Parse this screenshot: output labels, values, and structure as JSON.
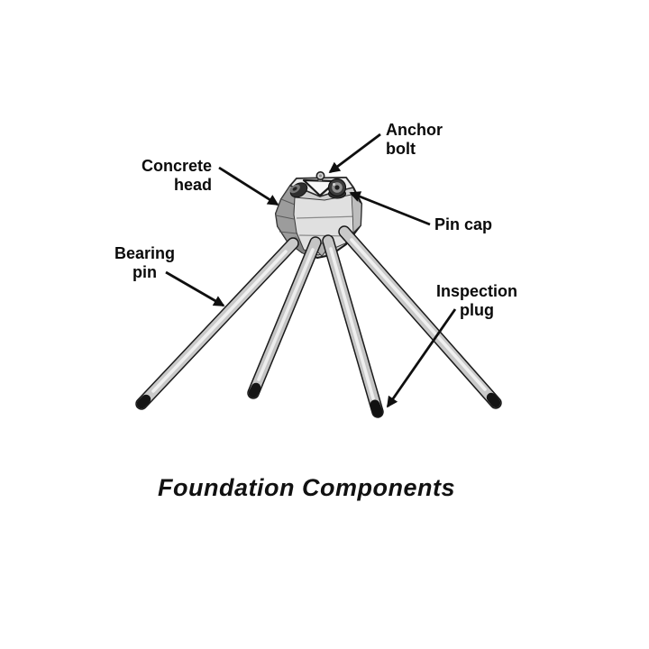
{
  "figure": {
    "title": "Foundation Components",
    "labels": {
      "anchor_bolt": {
        "line1": "Anchor",
        "line2": "bolt"
      },
      "concrete_head": {
        "line1": "Concrete",
        "line2": "head"
      },
      "pin_cap": {
        "line1": "Pin cap"
      },
      "bearing_pin": {
        "line1": "Bearing",
        "line2": "pin"
      },
      "inspection_plug": {
        "line1": "Inspection",
        "line2": "plug"
      }
    },
    "colors": {
      "background": "#ffffff",
      "outline": "#1a1a1a",
      "label_text": "#0a0a0a",
      "leg_fill": "#c9c9c9",
      "leg_highlight": "#f0f0f0",
      "leg_tip": "#141414",
      "head_front": "#e0e0e0",
      "head_left_facet": "#9c9c9c",
      "head_top": "#ededed",
      "pin_cap_dark": "#2e2e2e"
    }
  }
}
